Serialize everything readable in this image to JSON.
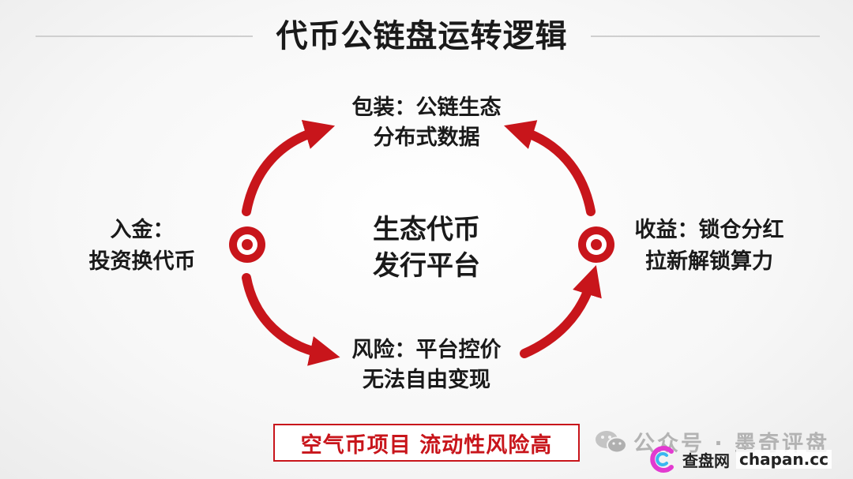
{
  "title": "代币公链盘运转逻辑",
  "center": {
    "line1": "生态代币",
    "line2": "发行平台"
  },
  "nodes": {
    "top": {
      "line1": "包装：公链生态",
      "line2": "分布式数据"
    },
    "left": {
      "line1": "入金：",
      "line2": "投资换代币"
    },
    "right": {
      "line1": "收益：锁仓分红",
      "line2": "拉新解锁算力"
    },
    "bottom": {
      "line1": "风险：平台控价",
      "line2": "无法自由变现"
    }
  },
  "warning": "空气币项目 流动性风险高",
  "watermark": "公众号 · 墨奇评盘",
  "source": {
    "name": "查盘网",
    "domain": "chapan.cc"
  },
  "colors": {
    "accent": "#c8151b",
    "text": "#1a1a1a"
  },
  "icons": {
    "left_target": "target-icon",
    "right_target": "target-icon",
    "watermark": "wechat-icon",
    "logo": "chapan-logo"
  }
}
